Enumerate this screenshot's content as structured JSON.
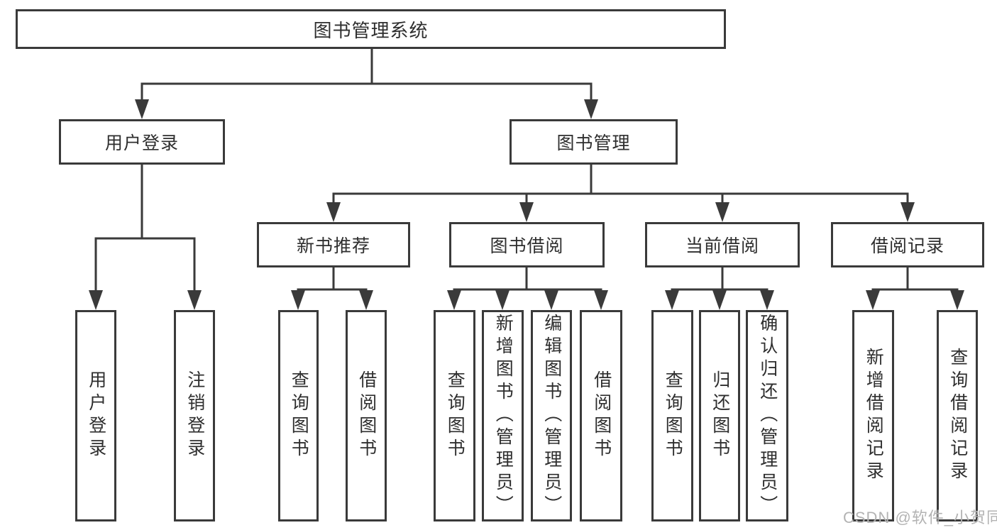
{
  "diagram_title": "图书管理系统",
  "tree": {
    "label": "图书管理系统",
    "children": [
      {
        "label": "用户登录",
        "children": [
          {
            "label": "用户登录"
          },
          {
            "label": "注销登录"
          }
        ]
      },
      {
        "label": "图书管理",
        "children": [
          {
            "label": "新书推荐",
            "children": [
              {
                "label": "查询图书"
              },
              {
                "label": "借阅图书"
              }
            ]
          },
          {
            "label": "图书借阅",
            "children": [
              {
                "label": "查询图书"
              },
              {
                "label": "新增图书（管理员）"
              },
              {
                "label": "编辑图书（管理员）"
              },
              {
                "label": "借阅图书"
              }
            ]
          },
          {
            "label": "当前借阅",
            "children": [
              {
                "label": "查询图书"
              },
              {
                "label": "归还图书"
              },
              {
                "label": "确认归还（管理员）"
              }
            ]
          },
          {
            "label": "借阅记录",
            "children": [
              {
                "label": "新增借阅记录"
              },
              {
                "label": "查询借阅记录"
              }
            ]
          }
        ]
      }
    ]
  },
  "watermark": {
    "text": "CSDN @软件_小贺同学"
  },
  "colors": {
    "line": "#3a3a3a",
    "box_border": "#3a3a3a",
    "text": "#2e2e2e",
    "background": "#ffffff",
    "watermark": "#b3b3b3"
  }
}
